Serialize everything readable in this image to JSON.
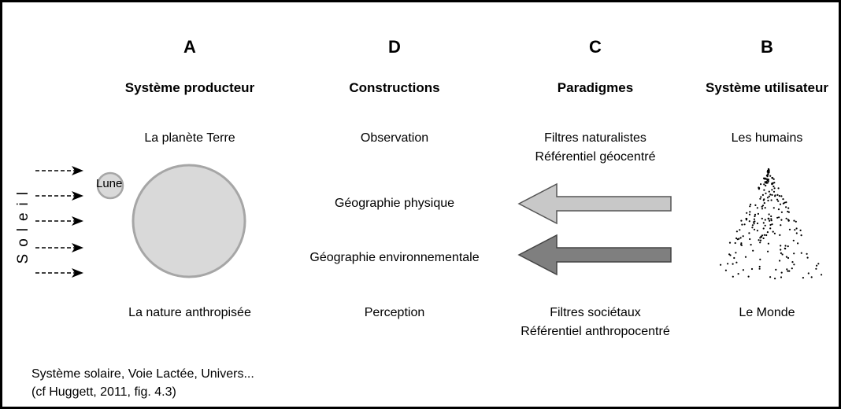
{
  "columns": [
    {
      "letter": "A",
      "title": "Système producteur",
      "top": "La planète Terre",
      "bottom": "La nature anthropisée"
    },
    {
      "letter": "D",
      "title": "Constructions",
      "top": "Observation",
      "bottom": "Perception"
    },
    {
      "letter": "C",
      "title": "Paradigmes",
      "top_line1": "Filtres naturalistes",
      "top_line2": "Référentiel géocentré",
      "bottom_line1": "Filtres sociétaux",
      "bottom_line2": "Référentiel anthropocentré"
    },
    {
      "letter": "B",
      "title": "Système utilisateur",
      "top": "Les humains",
      "bottom": "Le Monde"
    }
  ],
  "middle_labels": {
    "physical": "Géographie physique",
    "environmental": "Géographie environnementale"
  },
  "sun_label": "Soleil",
  "moon_label": "Lune",
  "footnote": {
    "line1": "Système solaire, Voie Lactée, Univers...",
    "line2": "(cf Huggett, 2011, fig. 4.3)"
  },
  "colors": {
    "planet_fill": "#d9d9d9",
    "planet_stroke": "#a6a6a6",
    "arrow_light": "#c8c8c8",
    "arrow_dark": "#7f7f7f",
    "dots": "#000000"
  }
}
